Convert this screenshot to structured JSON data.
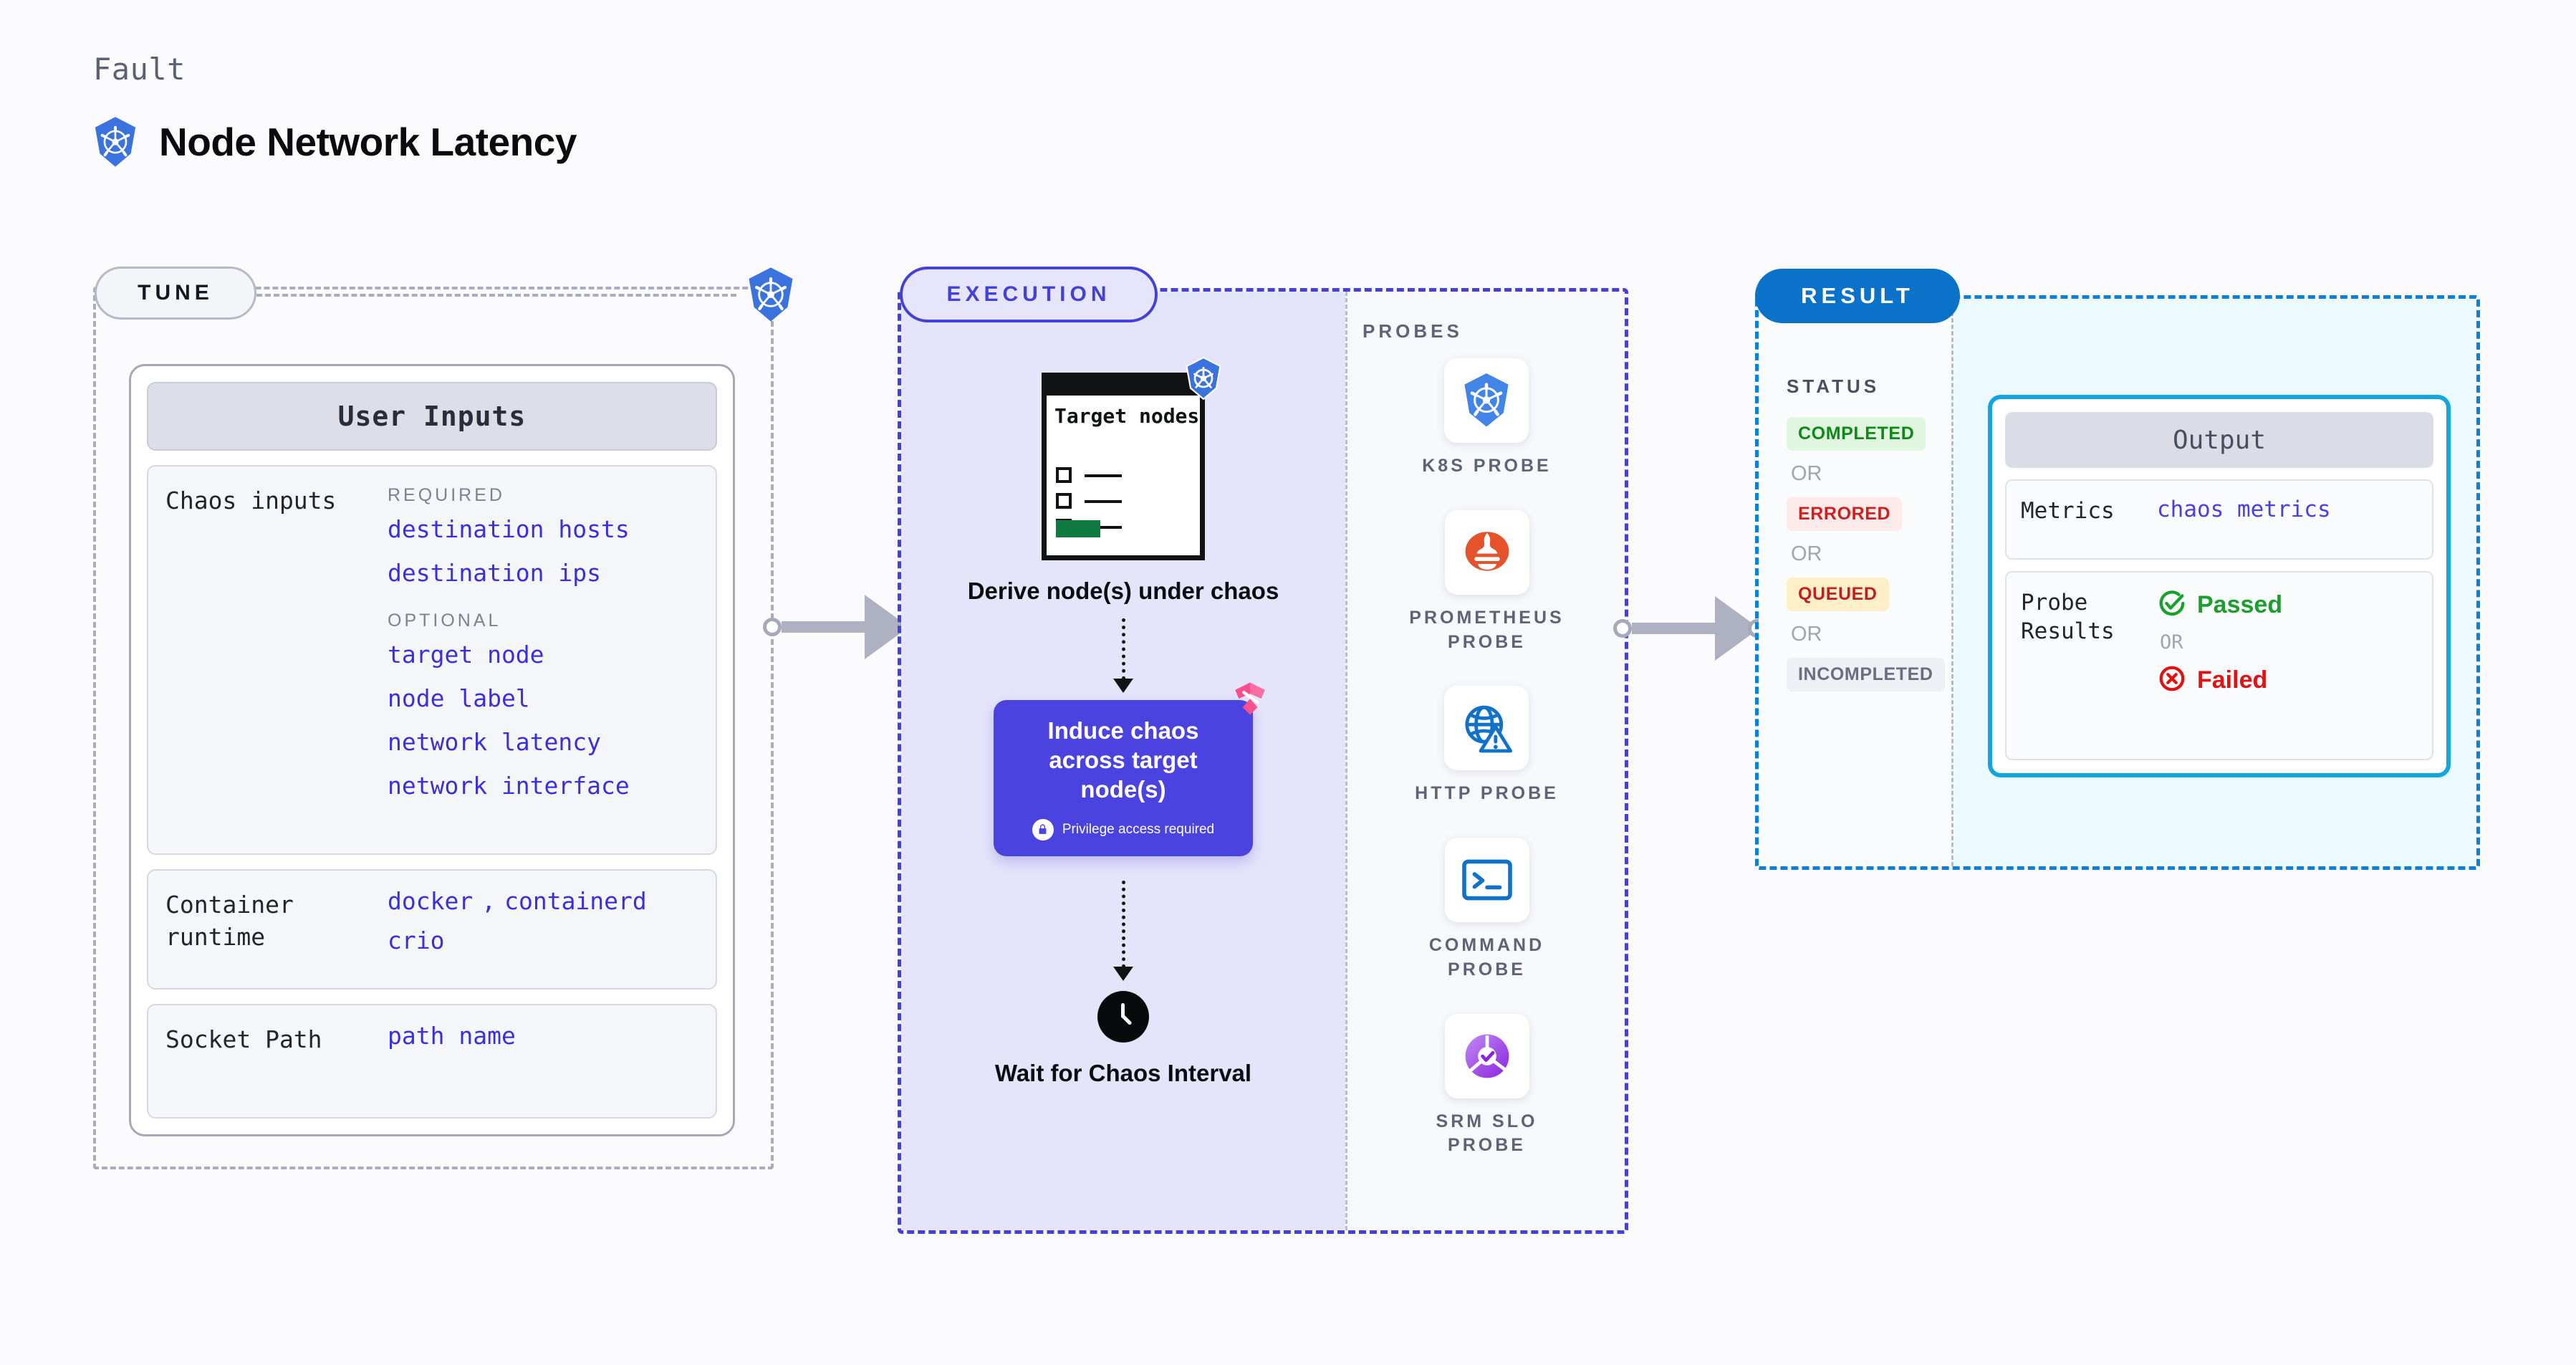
{
  "header": {
    "kicker": "Fault",
    "title": "Node Network Latency",
    "icon": "kubernetes-icon"
  },
  "tune": {
    "badge": "TUNE",
    "card_title": "User Inputs",
    "sections": [
      {
        "label": "Chaos inputs",
        "groups": [
          {
            "title": "REQUIRED",
            "values": [
              "destination hosts",
              "destination ips"
            ]
          },
          {
            "title": "OPTIONAL",
            "values": [
              "target node",
              "node label",
              "network latency",
              "network interface"
            ]
          }
        ]
      },
      {
        "label": "Container runtime",
        "values_line1": [
          "docker",
          "containerd"
        ],
        "separator": ",",
        "values_line2": [
          "crio"
        ]
      },
      {
        "label": "Socket Path",
        "values": [
          "path name"
        ]
      }
    ]
  },
  "execution": {
    "badge": "EXECUTION",
    "steps": [
      {
        "id": "derive-nodes",
        "doc_title": "Target nodes",
        "caption": "Derive node(s) under chaos",
        "icon": "kubernetes-icon"
      },
      {
        "id": "induce-chaos",
        "title": "Induce chaos across target node(s)",
        "note": "Privilege access required",
        "note_icon": "lock-icon",
        "corner_icon": "harness-logo-icon"
      },
      {
        "id": "wait-interval",
        "caption": "Wait for Chaos Interval",
        "icon": "clock-icon"
      }
    ],
    "probes_label": "PROBES",
    "probes": [
      {
        "name": "K8S PROBE",
        "icon": "kubernetes-icon"
      },
      {
        "name": "PROMETHEUS PROBE",
        "icon": "prometheus-icon"
      },
      {
        "name": "HTTP PROBE",
        "icon": "http-globe-warning-icon"
      },
      {
        "name": "COMMAND PROBE",
        "icon": "terminal-icon"
      },
      {
        "name": "SRM SLO PROBE",
        "icon": "srm-slo-donut-icon"
      }
    ]
  },
  "result": {
    "badge": "RESULT",
    "status_label": "STATUS",
    "or_text": "OR",
    "statuses": [
      {
        "label": "COMPLETED",
        "style": "completed"
      },
      {
        "label": "ERRORED",
        "style": "errored"
      },
      {
        "label": "QUEUED",
        "style": "queued"
      },
      {
        "label": "INCOMPLETED",
        "style": "incomplete"
      }
    ],
    "output": {
      "title": "Output",
      "metrics_label": "Metrics",
      "metrics_value": "chaos metrics",
      "probe_results_label": "Probe Results",
      "passed_label": "Passed",
      "failed_label": "Failed",
      "or_text": "OR",
      "passed_icon": "check-circle-icon",
      "failed_icon": "x-circle-icon"
    }
  },
  "colors": {
    "page_bg": "#fbfbfd",
    "accent_indigo": "#4540d6",
    "accent_blue": "#0a72c9",
    "k8s_blue": "#3a72e0",
    "chaos_box": "#4a43e0",
    "harness_pink": "#f9508f",
    "value_text": "#3a2fe0",
    "passed_green": "#19a02a",
    "failed_red": "#e01212",
    "output_border": "#12a6e0"
  }
}
